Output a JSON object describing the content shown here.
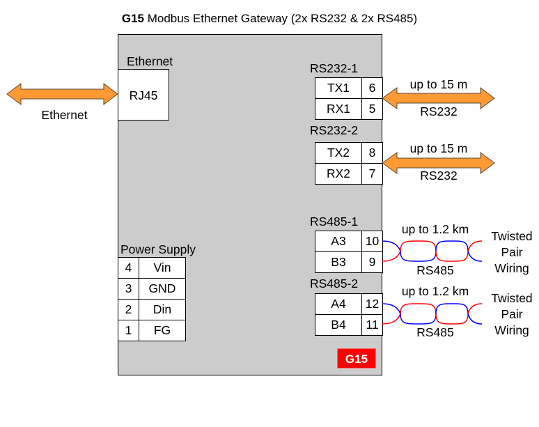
{
  "title": {
    "bold": "G15",
    "rest": " Modbus Ethernet Gateway (2x RS232 & 2x RS485)"
  },
  "ethernet": {
    "section_label": "Ethernet",
    "connector": "RJ45",
    "cable_label": "Ethernet"
  },
  "rs232": [
    {
      "label": "RS232-1",
      "pins": [
        {
          "signal": "TX1",
          "pin": "6"
        },
        {
          "signal": "RX1",
          "pin": "5"
        }
      ],
      "distance": "up to 15 m",
      "type": "RS232"
    },
    {
      "label": "RS232-2",
      "pins": [
        {
          "signal": "TX2",
          "pin": "8"
        },
        {
          "signal": "RX2",
          "pin": "7"
        }
      ],
      "distance": "up to 15 m",
      "type": "RS232"
    }
  ],
  "rs485": [
    {
      "label": "RS485-1",
      "pins": [
        {
          "signal": "A3",
          "pin": "10"
        },
        {
          "signal": "B3",
          "pin": "9"
        }
      ],
      "distance": "up to 1.2 km",
      "type": "RS485",
      "wiring": [
        "Twisted",
        "Pair",
        "Wiring"
      ]
    },
    {
      "label": "RS485-2",
      "pins": [
        {
          "signal": "A4",
          "pin": "12"
        },
        {
          "signal": "B4",
          "pin": "11"
        }
      ],
      "distance": "up to 1.2 km",
      "type": "RS485",
      "wiring": [
        "Twisted",
        "Pair",
        "Wiring"
      ]
    }
  ],
  "power": {
    "label": "Power Supply",
    "pins": [
      {
        "pin": "4",
        "signal": "Vin"
      },
      {
        "pin": "3",
        "signal": "GND"
      },
      {
        "pin": "2",
        "signal": "Din"
      },
      {
        "pin": "1",
        "signal": "FG"
      }
    ]
  },
  "badge": "G15",
  "colors": {
    "device": "#cccccc",
    "arrow": "#ff9933",
    "badge": "#ff0000",
    "wire_a": "#0000ff",
    "wire_b": "#ff0000"
  }
}
